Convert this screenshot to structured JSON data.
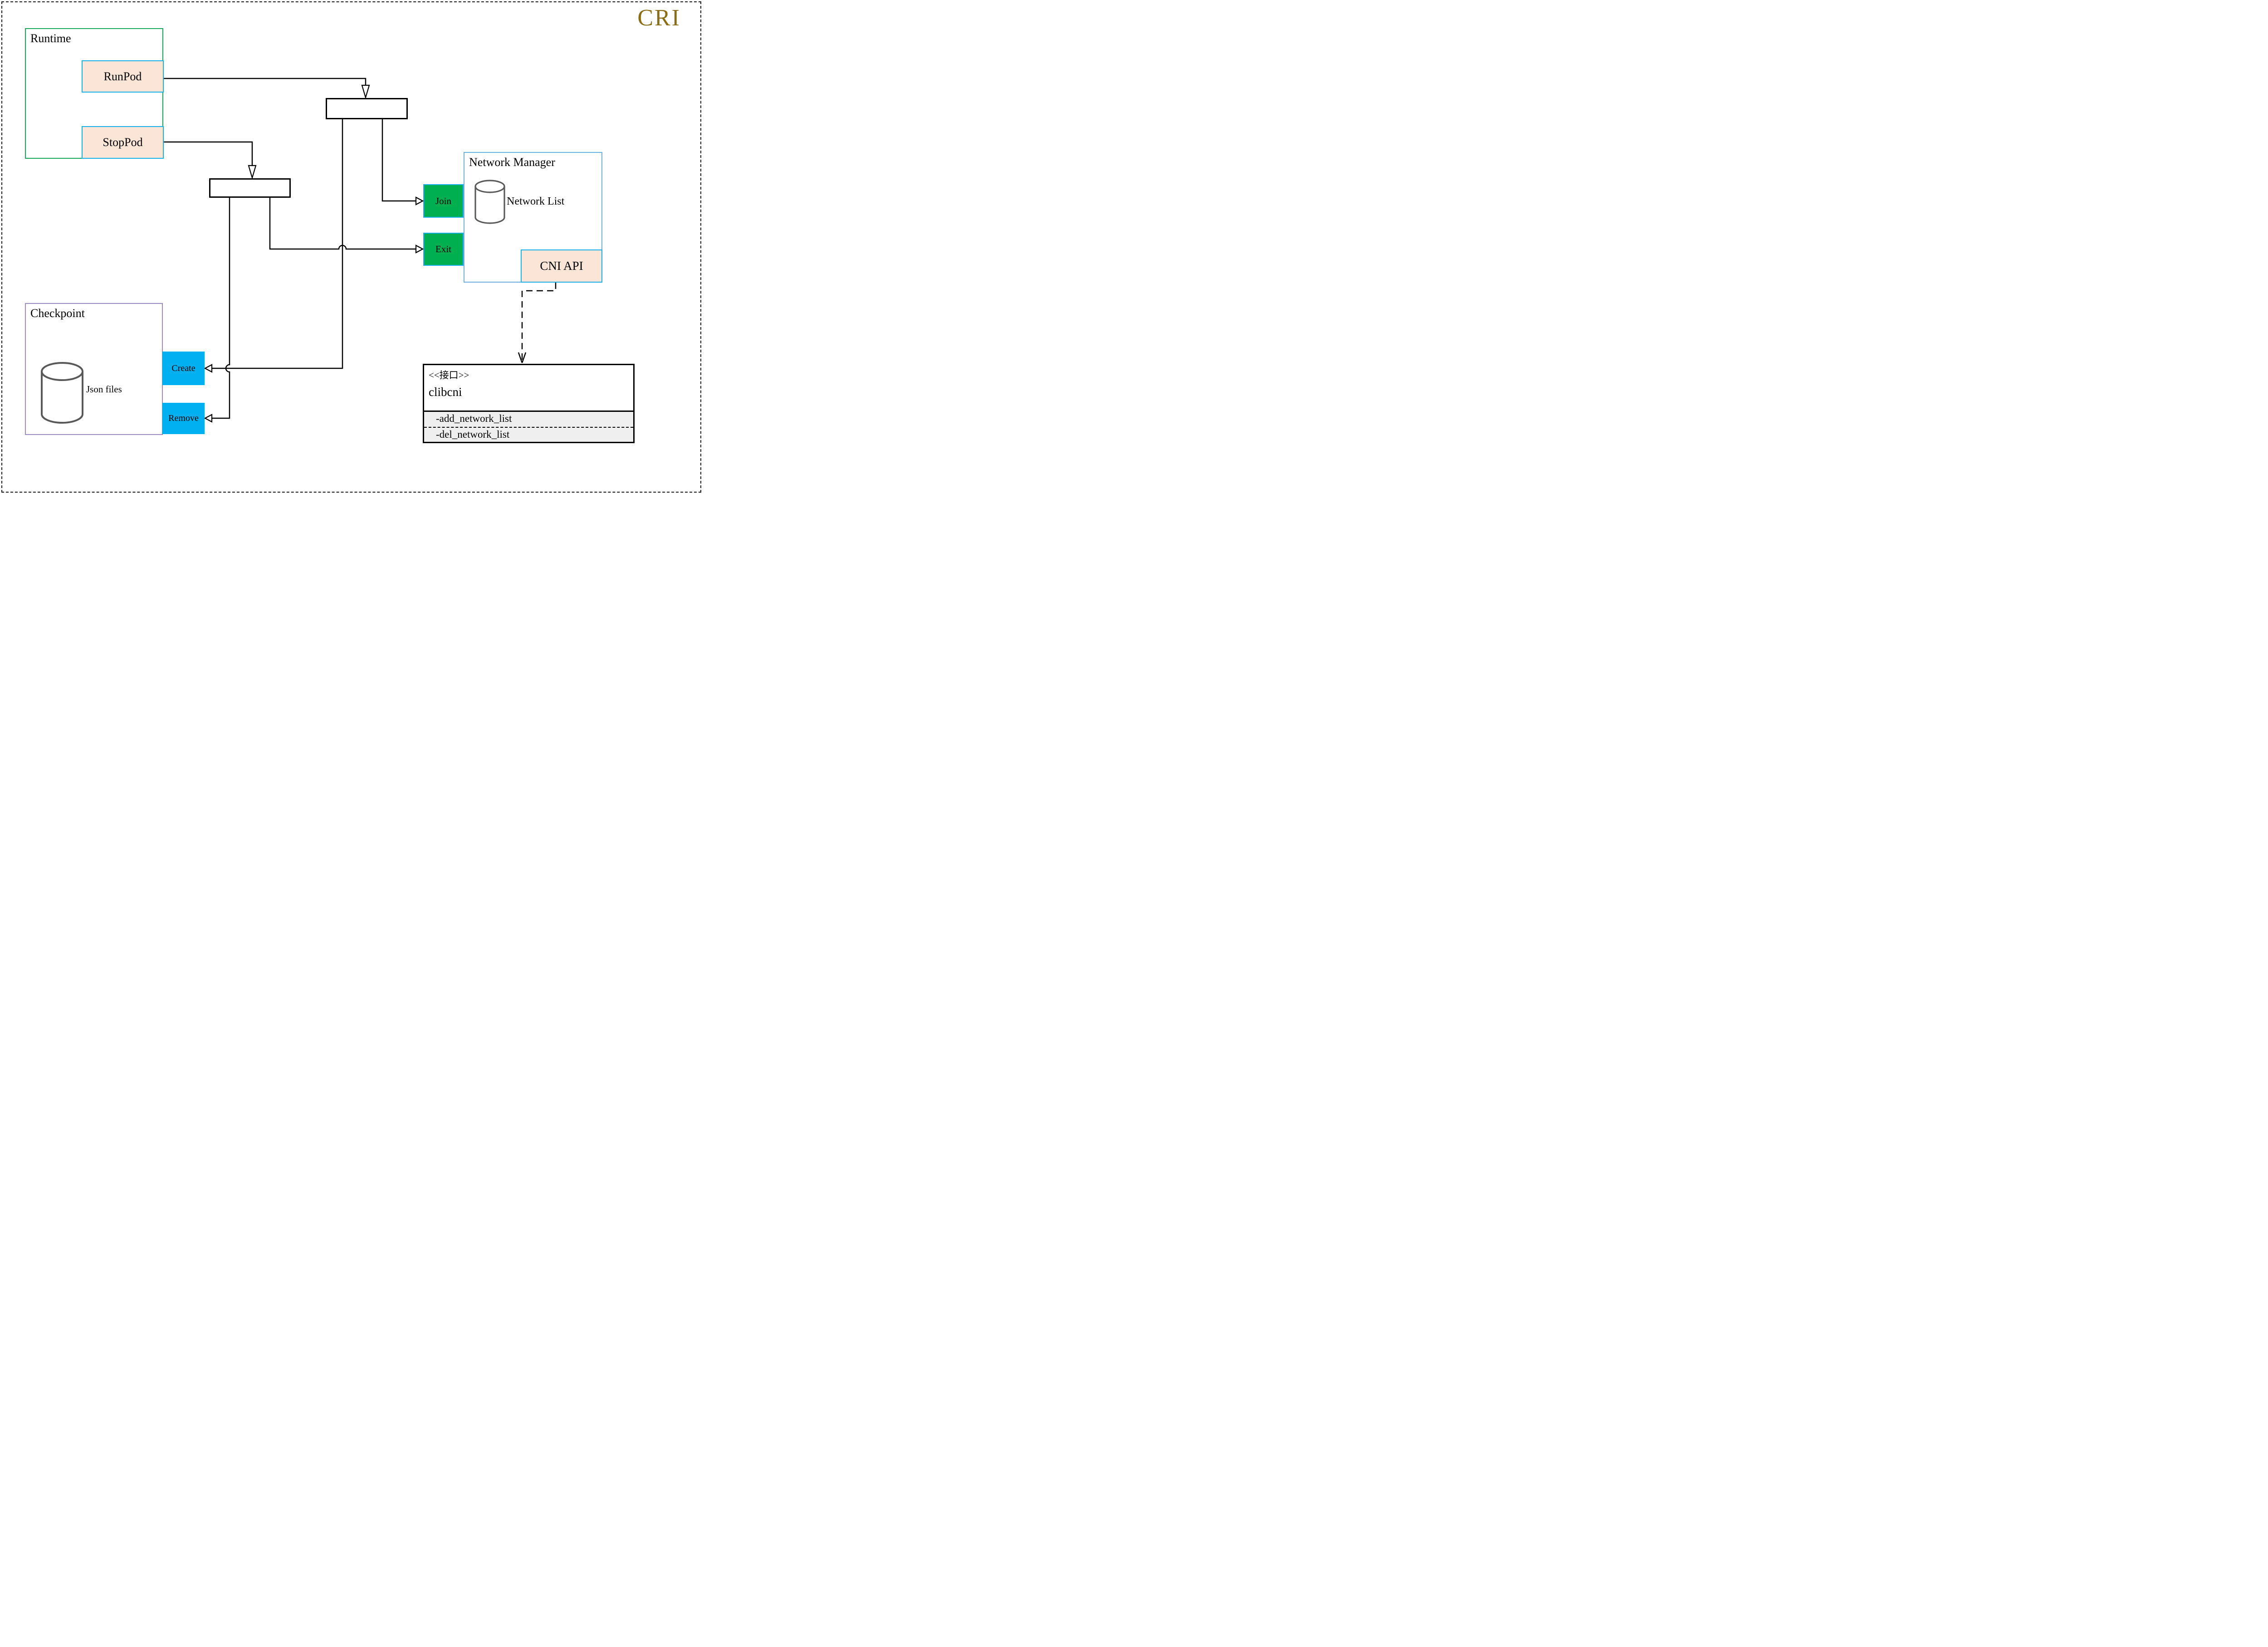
{
  "title": {
    "text": "CRI"
  },
  "runtime": {
    "label": "Runtime",
    "nodes": [
      {
        "label": "RunPod"
      },
      {
        "label": "StopPod"
      }
    ]
  },
  "network_manager": {
    "label": "Network Manager",
    "store_label": "Network List",
    "actions": [
      {
        "label": "Join"
      },
      {
        "label": "Exit"
      }
    ],
    "api_label": "CNI API"
  },
  "checkpoint": {
    "label": "Checkpoint",
    "store_label": "Json files",
    "actions": [
      {
        "label": "Create"
      },
      {
        "label": "Remove"
      }
    ]
  },
  "interface_box": {
    "stereotype": "<<接口>>",
    "name": "clibcni",
    "methods": [
      "-add_network_list",
      "-del_network_list"
    ]
  },
  "colors": {
    "title_gold": "#8a6d15",
    "runtime_border_green": "#18a85a",
    "network_manager_border_blue": "#6cb1e1",
    "checkpoint_border_purple": "#9c8ec4",
    "node_border_blue": "#18b1ea",
    "node_fill_peach": "#fbe5d6",
    "action_green": "#00b050",
    "action_blue": "#00b0f0",
    "interface_section_gray": "#efefef",
    "cylinder_gray": "#595959",
    "line_black": "#000000"
  }
}
